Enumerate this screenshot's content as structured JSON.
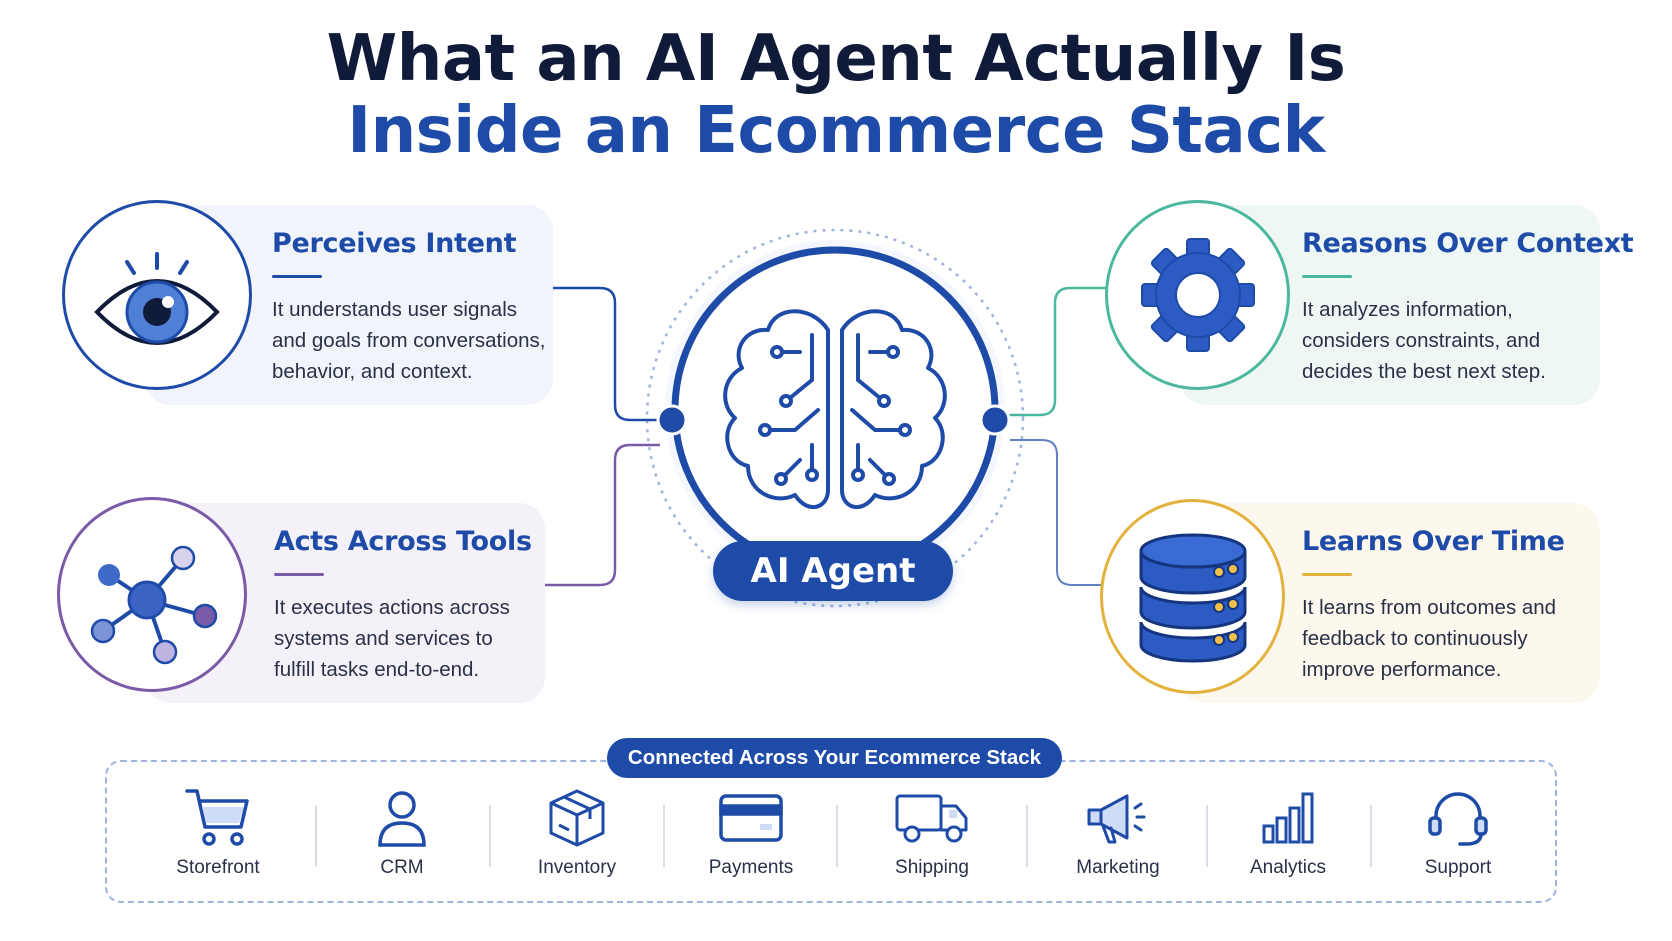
{
  "title_line1": "What an AI Agent Actually Is",
  "title_line2": "Inside an Ecommerce Stack",
  "center": {
    "label": "AI Agent",
    "icon": "brain-circuit-icon"
  },
  "cards": [
    {
      "id": "perceives",
      "title": "Perceives Intent",
      "description": "It understands user signals\nand goals from conversations,\nbehavior, and context.",
      "icon": "eye-icon",
      "color": "#1f4ba8",
      "bg": "#f1f4fb"
    },
    {
      "id": "reasons",
      "title": "Reasons Over Context",
      "description": "It analyzes information,\nconsiders constraints, and\ndecides the best next step.",
      "icon": "gear-icon",
      "color": "#4bb89e",
      "bg": "#eef7f4"
    },
    {
      "id": "acts",
      "title": "Acts Across Tools",
      "description": "It executes actions across\nsystems and services to\nfulfill tasks end-to-end.",
      "icon": "network-nodes-icon",
      "color": "#7a5ba8",
      "bg": "#f4f1f9"
    },
    {
      "id": "learns",
      "title": "Learns Over Time",
      "description": "It learns from outcomes and\nfeedback to continuously\nimprove performance.",
      "icon": "database-icon",
      "color": "#e3b23c",
      "bg": "#fcf8ee"
    }
  ],
  "stack": {
    "label": "Connected Across Your Ecommerce Stack",
    "items": [
      {
        "label": "Storefront",
        "icon": "shopping-cart-icon"
      },
      {
        "label": "CRM",
        "icon": "user-icon"
      },
      {
        "label": "Inventory",
        "icon": "package-box-icon"
      },
      {
        "label": "Payments",
        "icon": "credit-card-icon"
      },
      {
        "label": "Shipping",
        "icon": "delivery-truck-icon"
      },
      {
        "label": "Marketing",
        "icon": "megaphone-icon"
      },
      {
        "label": "Analytics",
        "icon": "bar-chart-icon"
      },
      {
        "label": "Support",
        "icon": "headset-icon"
      }
    ]
  },
  "colors": {
    "navy": "#101b3a",
    "blue": "#1f4ba8",
    "teal": "#4bb89e",
    "purple": "#7a5ba8",
    "gold": "#e3b23c"
  }
}
